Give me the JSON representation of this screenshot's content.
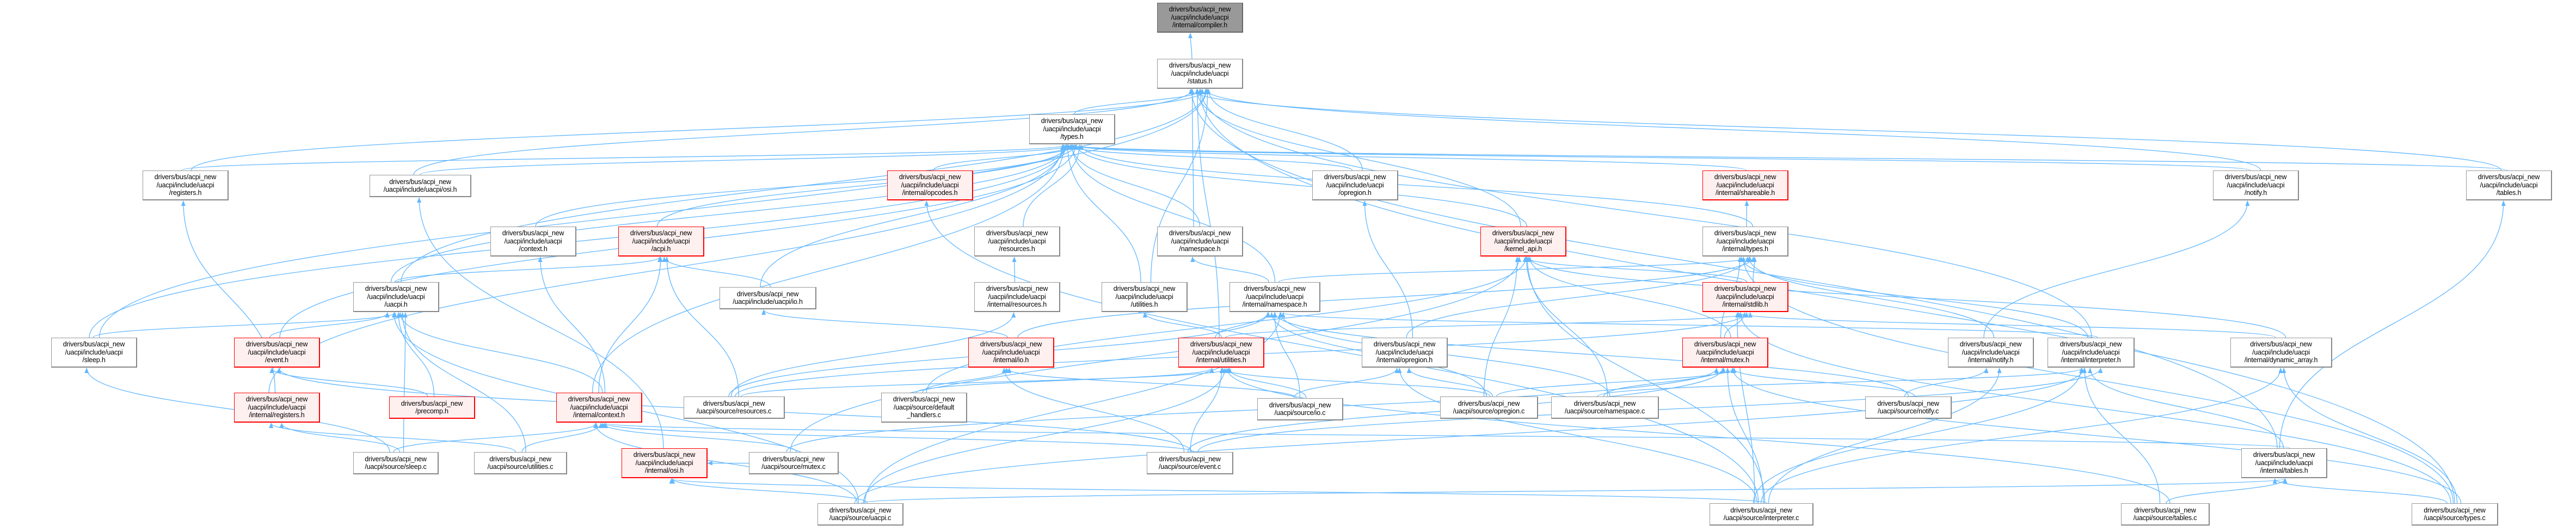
{
  "nodes": {
    "compiler": "drivers/bus/acpi_new\n/uacpi/include/uacpi\n/internal/compiler.h",
    "status": "drivers/bus/acpi_new\n/uacpi/include/uacpi\n/status.h",
    "types": "drivers/bus/acpi_new\n/uacpi/include/uacpi\n/types.h",
    "registers": "drivers/bus/acpi_new\n/uacpi/include/uacpi\n/registers.h",
    "osi": "drivers/bus/acpi_new\n/uacpi/include/uacpi/osi.h",
    "opcodes": "drivers/bus/acpi_new\n/uacpi/include/uacpi\n/internal/opcodes.h",
    "opregion": "drivers/bus/acpi_new\n/uacpi/include/uacpi\n/opregion.h",
    "shareable": "drivers/bus/acpi_new\n/uacpi/include/uacpi\n/internal/shareable.h",
    "notify": "drivers/bus/acpi_new\n/uacpi/include/uacpi\n/notify.h",
    "tables": "drivers/bus/acpi_new\n/uacpi/include/uacpi\n/tables.h",
    "context": "drivers/bus/acpi_new\n/uacpi/include/uacpi\n/context.h",
    "acpi": "drivers/bus/acpi_new\n/uacpi/include/uacpi\n/acpi.h",
    "resources": "drivers/bus/acpi_new\n/uacpi/include/uacpi\n/resources.h",
    "namespace": "drivers/bus/acpi_new\n/uacpi/include/uacpi\n/namespace.h",
    "kernel_api": "drivers/bus/acpi_new\n/uacpi/include/uacpi\n/kernel_api.h",
    "i_types": "drivers/bus/acpi_new\n/uacpi/include/uacpi\n/internal/types.h",
    "uacpi_h": "drivers/bus/acpi_new\n/uacpi/include/uacpi\n/uacpi.h",
    "io": "drivers/bus/acpi_new\n/uacpi/include/uacpi/io.h",
    "i_resources": "drivers/bus/acpi_new\n/uacpi/include/uacpi\n/internal/resources.h",
    "utilities": "drivers/bus/acpi_new\n/uacpi/include/uacpi\n/utilities.h",
    "i_namespace": "drivers/bus/acpi_new\n/uacpi/include/uacpi\n/internal/namespace.h",
    "i_stdlib": "drivers/bus/acpi_new\n/uacpi/include/uacpi\n/internal/stdlib.h",
    "sleep": "drivers/bus/acpi_new\n/uacpi/include/uacpi\n/sleep.h",
    "event": "drivers/bus/acpi_new\n/uacpi/include/uacpi\n/event.h",
    "i_io": "drivers/bus/acpi_new\n/uacpi/include/uacpi\n/internal/io.h",
    "i_utilities": "drivers/bus/acpi_new\n/uacpi/include/uacpi\n/internal/utilities.h",
    "i_opregion": "drivers/bus/acpi_new\n/uacpi/include/uacpi\n/internal/opregion.h",
    "i_mutex": "drivers/bus/acpi_new\n/uacpi/include/uacpi\n/internal/mutex.h",
    "i_notify": "drivers/bus/acpi_new\n/uacpi/include/uacpi\n/internal/notify.h",
    "i_interpreter": "drivers/bus/acpi_new\n/uacpi/include/uacpi\n/internal/interpreter.h",
    "i_dynarray": "drivers/bus/acpi_new\n/uacpi/include/uacpi\n/internal/dynamic_array.h",
    "i_registers": "drivers/bus/acpi_new\n/uacpi/include/uacpi\n/internal/registers.h",
    "precomp": "drivers/bus/acpi_new\n/precomp.h",
    "i_context": "drivers/bus/acpi_new\n/uacpi/include/uacpi\n/internal/context.h",
    "resources_c": "drivers/bus/acpi_new\n/uacpi/source/resources.c",
    "default_handlers_c": "drivers/bus/acpi_new\n/uacpi/source/default\n_handlers.c",
    "io_c": "drivers/bus/acpi_new\n/uacpi/source/io.c",
    "opregion_c": "drivers/bus/acpi_new\n/uacpi/source/opregion.c",
    "namespace_c": "drivers/bus/acpi_new\n/uacpi/source/namespace.c",
    "notify_c": "drivers/bus/acpi_new\n/uacpi/source/notify.c",
    "sleep_c": "drivers/bus/acpi_new\n/uacpi/source/sleep.c",
    "utilities_c": "drivers/bus/acpi_new\n/uacpi/source/utilities.c",
    "i_osi": "drivers/bus/acpi_new\n/uacpi/include/uacpi\n/internal/osi.h",
    "mutex_c": "drivers/bus/acpi_new\n/uacpi/source/mutex.c",
    "event_c": "drivers/bus/acpi_new\n/uacpi/source/event.c",
    "i_tables": "drivers/bus/acpi_new\n/uacpi/include/uacpi\n/internal/tables.h",
    "uacpi_c": "drivers/bus/acpi_new\n/uacpi/source/uacpi.c",
    "interpreter_c": "drivers/bus/acpi_new\n/uacpi/source/interpreter.c",
    "tables_c": "drivers/bus/acpi_new\n/uacpi/source/tables.c",
    "types_c": "drivers/bus/acpi_new\n/uacpi/source/types.c"
  },
  "edges": [
    [
      "status",
      "compiler"
    ],
    [
      "types",
      "status"
    ],
    [
      "registers",
      "types"
    ],
    [
      "registers",
      "status"
    ],
    [
      "osi",
      "types"
    ],
    [
      "osi",
      "status"
    ],
    [
      "opcodes",
      "types"
    ],
    [
      "opregion",
      "types"
    ],
    [
      "opregion",
      "status"
    ],
    [
      "shareable",
      "types"
    ],
    [
      "notify",
      "types"
    ],
    [
      "notify",
      "status"
    ],
    [
      "tables",
      "types"
    ],
    [
      "tables",
      "status"
    ],
    [
      "context",
      "types"
    ],
    [
      "acpi",
      "types"
    ],
    [
      "resources",
      "types"
    ],
    [
      "namespace",
      "types"
    ],
    [
      "namespace",
      "status"
    ],
    [
      "kernel_api",
      "types"
    ],
    [
      "kernel_api",
      "status"
    ],
    [
      "i_types",
      "types"
    ],
    [
      "i_types",
      "shareable"
    ],
    [
      "uacpi_h",
      "types"
    ],
    [
      "uacpi_h",
      "status"
    ],
    [
      "uacpi_h",
      "acpi"
    ],
    [
      "io",
      "types"
    ],
    [
      "io",
      "acpi"
    ],
    [
      "utilities",
      "types"
    ],
    [
      "utilities",
      "status"
    ],
    [
      "i_namespace",
      "types"
    ],
    [
      "i_namespace",
      "namespace"
    ],
    [
      "i_namespace",
      "i_types"
    ],
    [
      "i_resources",
      "resources"
    ],
    [
      "i_stdlib",
      "i_types"
    ],
    [
      "i_stdlib",
      "kernel_api"
    ],
    [
      "sleep",
      "types"
    ],
    [
      "sleep",
      "status"
    ],
    [
      "sleep",
      "uacpi_h"
    ],
    [
      "event",
      "uacpi_h"
    ],
    [
      "event",
      "types"
    ],
    [
      "i_io",
      "io"
    ],
    [
      "i_io",
      "i_types"
    ],
    [
      "i_utilities",
      "utilities"
    ],
    [
      "i_utilities",
      "i_namespace"
    ],
    [
      "i_utilities",
      "i_stdlib"
    ],
    [
      "i_utilities",
      "status"
    ],
    [
      "i_opregion",
      "opregion"
    ],
    [
      "i_opregion",
      "i_types"
    ],
    [
      "i_mutex",
      "i_types"
    ],
    [
      "i_mutex",
      "kernel_api"
    ],
    [
      "i_mutex",
      "i_stdlib"
    ],
    [
      "i_notify",
      "notify"
    ],
    [
      "i_notify",
      "i_types"
    ],
    [
      "i_interpreter",
      "i_types"
    ],
    [
      "i_interpreter",
      "i_namespace"
    ],
    [
      "i_interpreter",
      "status"
    ],
    [
      "i_dynarray",
      "i_stdlib"
    ],
    [
      "i_dynarray",
      "kernel_api"
    ],
    [
      "i_registers",
      "registers"
    ],
    [
      "i_registers",
      "types"
    ],
    [
      "precomp",
      "uacpi_h"
    ],
    [
      "precomp",
      "event"
    ],
    [
      "i_context",
      "context"
    ],
    [
      "i_context",
      "acpi"
    ],
    [
      "i_context",
      "types"
    ],
    [
      "i_context",
      "uacpi_h"
    ],
    [
      "resources_c",
      "i_resources"
    ],
    [
      "resources_c",
      "i_utilities"
    ],
    [
      "resources_c",
      "i_stdlib"
    ],
    [
      "resources_c",
      "i_namespace"
    ],
    [
      "resources_c",
      "acpi"
    ],
    [
      "default_handlers_c",
      "i_io"
    ],
    [
      "default_handlers_c",
      "i_utilities"
    ],
    [
      "default_handlers_c",
      "kernel_api"
    ],
    [
      "io_c",
      "i_io"
    ],
    [
      "io_c",
      "i_utilities"
    ],
    [
      "io_c",
      "i_namespace"
    ],
    [
      "io_c",
      "i_opregion"
    ],
    [
      "opregion_c",
      "i_opregion"
    ],
    [
      "opregion_c",
      "i_namespace"
    ],
    [
      "opregion_c",
      "i_mutex"
    ],
    [
      "opregion_c",
      "i_utilities"
    ],
    [
      "opregion_c",
      "kernel_api"
    ],
    [
      "namespace_c",
      "i_namespace"
    ],
    [
      "namespace_c",
      "i_mutex"
    ],
    [
      "namespace_c",
      "i_interpreter"
    ],
    [
      "namespace_c",
      "kernel_api"
    ],
    [
      "notify_c",
      "i_notify"
    ],
    [
      "notify_c",
      "i_mutex"
    ],
    [
      "notify_c",
      "i_namespace"
    ],
    [
      "sleep_c",
      "sleep"
    ],
    [
      "sleep_c",
      "i_registers"
    ],
    [
      "sleep_c",
      "i_context"
    ],
    [
      "sleep_c",
      "uacpi_h"
    ],
    [
      "utilities_c",
      "i_context"
    ],
    [
      "utilities_c",
      "i_registers"
    ],
    [
      "utilities_c",
      "uacpi_h"
    ],
    [
      "i_osi",
      "osi"
    ],
    [
      "mutex_c",
      "i_mutex"
    ],
    [
      "mutex_c",
      "i_context"
    ],
    [
      "mutex_c",
      "kernel_api"
    ],
    [
      "mutex_c",
      "i_osi"
    ],
    [
      "event_c",
      "i_utilities"
    ],
    [
      "event_c",
      "i_io"
    ],
    [
      "event_c",
      "i_context"
    ],
    [
      "event_c",
      "i_mutex"
    ],
    [
      "event_c",
      "i_interpreter"
    ],
    [
      "event_c",
      "event"
    ],
    [
      "i_tables",
      "tables"
    ],
    [
      "i_tables",
      "i_context"
    ],
    [
      "i_tables",
      "i_interpreter"
    ],
    [
      "i_tables",
      "status"
    ],
    [
      "uacpi_c",
      "i_utilities"
    ],
    [
      "uacpi_c",
      "i_context"
    ],
    [
      "uacpi_c",
      "i_osi"
    ],
    [
      "uacpi_c",
      "i_tables"
    ],
    [
      "uacpi_c",
      "i_interpreter"
    ],
    [
      "uacpi_c",
      "i_namespace"
    ],
    [
      "uacpi_c",
      "uacpi_h"
    ],
    [
      "interpreter_c",
      "i_interpreter"
    ],
    [
      "interpreter_c",
      "i_mutex"
    ],
    [
      "interpreter_c",
      "i_opregion"
    ],
    [
      "interpreter_c",
      "i_osi"
    ],
    [
      "interpreter_c",
      "i_dynarray"
    ],
    [
      "interpreter_c",
      "i_stdlib"
    ],
    [
      "interpreter_c",
      "kernel_api"
    ],
    [
      "interpreter_c",
      "opcodes"
    ],
    [
      "interpreter_c",
      "i_notify"
    ],
    [
      "tables_c",
      "i_tables"
    ],
    [
      "tables_c",
      "i_interpreter"
    ],
    [
      "tables_c",
      "i_utilities"
    ],
    [
      "types_c",
      "i_types"
    ],
    [
      "types_c",
      "i_tables"
    ],
    [
      "types_c",
      "i_dynarray"
    ],
    [
      "types_c",
      "i_stdlib"
    ],
    [
      "types_c",
      "i_mutex"
    ],
    [
      "types_c",
      "status"
    ]
  ],
  "colors": {
    "edge": "#63B8FF",
    "current_fill": "#999999",
    "highlight_border": "#FF0000",
    "highlight_fill": "#FFF0F0"
  }
}
